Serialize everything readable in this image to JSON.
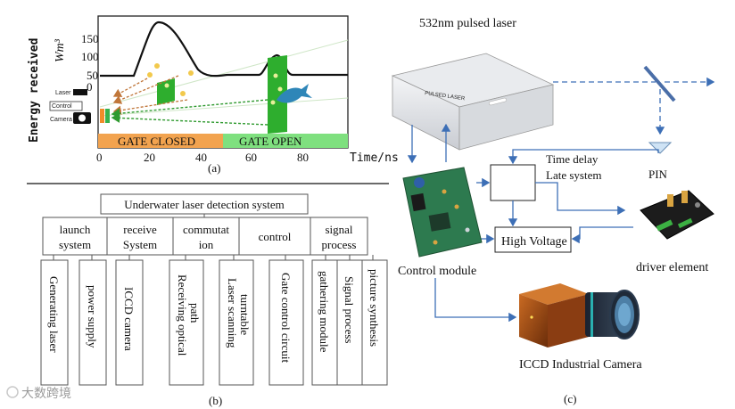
{
  "panel_a": {
    "ylabel": "Energy received",
    "unit": "Wm³",
    "yticks": [
      "150",
      "100",
      "50",
      "0"
    ],
    "xticks": [
      "0",
      "20",
      "40",
      "60",
      "80"
    ],
    "xunit": "Time/ns",
    "gate_closed": "GATE CLOSED",
    "gate_open": "GATE OPEN",
    "laser": "Laser",
    "control": "Control",
    "camera": "Camera",
    "caption": "(a)"
  },
  "panel_b": {
    "root": "Underwater laser detection system",
    "groups": [
      {
        "l1": "launch",
        "l2": "system"
      },
      {
        "l1": "receive",
        "l2": "System"
      },
      {
        "l1": "commutat",
        "l2": "ion"
      },
      {
        "l1": "control",
        "l2": ""
      },
      {
        "l1": "signal",
        "l2": "process"
      }
    ],
    "leaves": [
      {
        "l1": "Generating laser",
        "l2": ""
      },
      {
        "l1": "power supply",
        "l2": ""
      },
      {
        "l1": "ICCD camera",
        "l2": ""
      },
      {
        "l1": "Receiving optical",
        "l2": "path"
      },
      {
        "l1": "Laser scanning",
        "l2": "turntable"
      },
      {
        "l1": "Gate control circuit",
        "l2": ""
      },
      {
        "l1": "gathering module",
        "l2": ""
      },
      {
        "l1": "Signal process",
        "l2": ""
      },
      {
        "l1": "picture synthesis",
        "l2": ""
      }
    ],
    "caption": "(b)"
  },
  "panel_c": {
    "laser": "532nm pulsed laser",
    "laser_body": "PULSED    LASER",
    "time_delay_1": "Time delay",
    "time_delay_2": "Late system",
    "pin": "PIN",
    "high_voltage": "High Voltage",
    "control_module": "Control module",
    "driver": "driver element",
    "camera": "ICCD Industrial Camera",
    "caption": "(c)"
  },
  "watermark": "大数跨境"
}
